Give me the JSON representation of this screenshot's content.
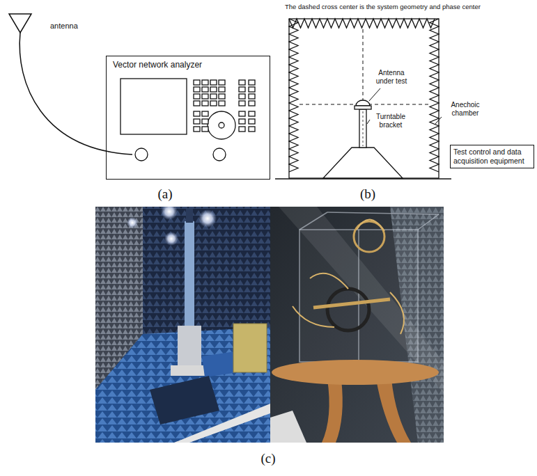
{
  "diagram": {
    "nodes": [
      {
        "text": [
          "Vector network analyzer"
        ]
      },
      {
        "text": [
          "Test control and data acquisition equipment"
        ]
      }
    ],
    "labels": [
      "antenna",
      "(a)",
      "The dashed cross center is the system geometry and phase center",
      "Antenna under test",
      "Turntable bracket",
      "Anechoic chamber",
      "(b)",
      "(c)"
    ]
  }
}
